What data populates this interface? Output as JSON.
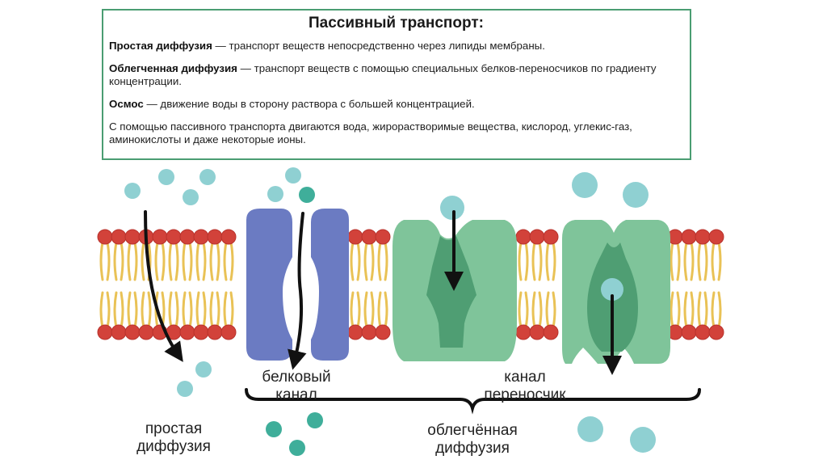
{
  "info": {
    "title": "Пассивный транспорт:",
    "simple_term": "Простая диффузия",
    "simple_def": " — транспорт веществ непосредственно через липиды мембраны.",
    "facilitated_term": "Облегченная диффузия",
    "facilitated_def": " — транспорт веществ с помощью специальных белков-переносчиков по градиенту концентрации.",
    "osmosis_term": "Осмос",
    "osmosis_def": " — движение воды в сторону раствора с большей концентрацией.",
    "summary": "С помощью пассивного транспорта двигаются вода, жирорастворимые вещества, кислород, углекис-газ, аминокислоты и даже некоторые ионы."
  },
  "labels": {
    "protein_channel": [
      "белковый",
      "канал"
    ],
    "carrier": [
      "канал",
      "переносчик"
    ],
    "simple_diffusion": [
      "простая",
      "диффузия"
    ],
    "facilitated_diffusion": [
      "облегчённая",
      "диффузия"
    ]
  },
  "colors": {
    "border": "#4a9d72",
    "lipid_head": "#d2423a",
    "lipid_tail": "#e9c256",
    "channel_protein": "#6b7bc2",
    "carrier_protein": "#7fc49a",
    "carrier_pocket": "#4f9e73",
    "molecule_light": "#8fd0d2",
    "molecule_dark": "#3fae9a"
  },
  "icons": {
    "arrow": "arrow-down-icon",
    "molecule": "molecule-icon"
  }
}
